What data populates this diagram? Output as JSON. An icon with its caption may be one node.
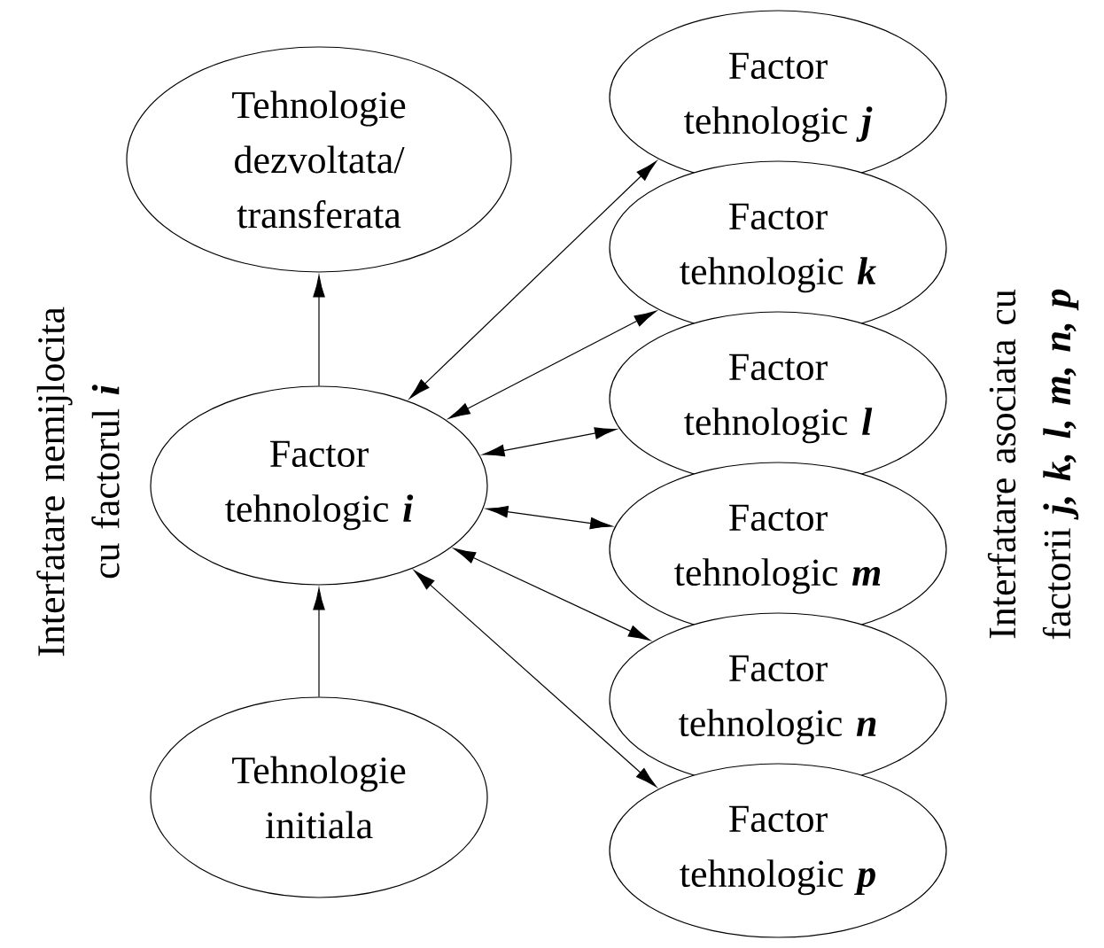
{
  "diagram": {
    "nodes": [
      {
        "text": [
          "Tehnologie dezvoltata/ transferata"
        ]
      },
      {
        "text": [
          "Factor tehnologic **i**"
        ]
      },
      {
        "text": [
          "Tehnologie initiala"
        ]
      },
      {
        "text": [
          "Factor tehnologic **j**"
        ]
      },
      {
        "text": [
          "Factor tehnologic **k**"
        ]
      },
      {
        "text": [
          "Factor tehnologic **l**"
        ]
      },
      {
        "text": [
          "Factor tehnologic **m**"
        ]
      },
      {
        "text": [
          "Factor tehnologic **n**"
        ]
      },
      {
        "text": [
          "Factor tehnologic **p**"
        ]
      }
    ],
    "edges": [
      {
        "from": 1,
        "to": 0,
        "arrow": "to"
      },
      {
        "from": 2,
        "to": 1,
        "arrow": "to"
      },
      {
        "from": 1,
        "to": 3,
        "arrow": "both"
      },
      {
        "from": 1,
        "to": 4,
        "arrow": "both"
      },
      {
        "from": 1,
        "to": 5,
        "arrow": "both"
      },
      {
        "from": 1,
        "to": 6,
        "arrow": "both"
      },
      {
        "from": 1,
        "to": 7,
        "arrow": "both"
      },
      {
        "from": 1,
        "to": 8,
        "arrow": "both"
      }
    ],
    "labels": [
      "Interfatare nemijlocita cu factorul **i**",
      "Interfatare asociata cu factorii **j, k, l, m, n, p**"
    ]
  }
}
